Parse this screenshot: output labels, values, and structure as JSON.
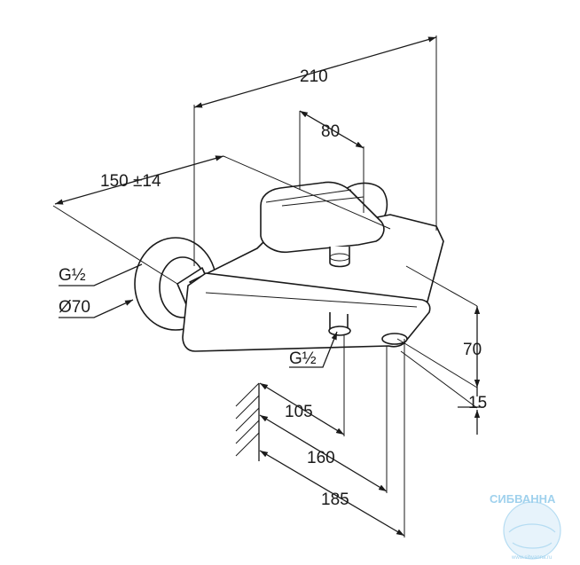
{
  "dimensions": {
    "overall_width": "210",
    "handle_width": "80",
    "center_distance": "150 ±14",
    "connection_thread": "G½",
    "escutcheon_diameter": "Ø70",
    "outlet_thread": "G½",
    "height_70": "70",
    "height_15": "15",
    "depth_105": "105",
    "depth_160": "160",
    "depth_185": "185"
  },
  "watermark": {
    "brand": "СИБВАННА",
    "url": "www.sibvanna.ru"
  },
  "colors": {
    "line": "#1a1a1a",
    "watermark": "#8fc9ea"
  }
}
